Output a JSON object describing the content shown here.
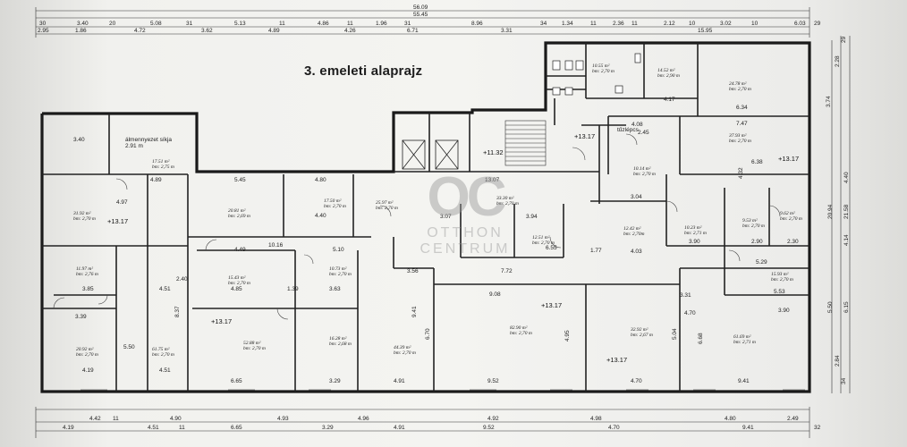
{
  "title": "3. emeleti alaprajz",
  "watermark": {
    "logo": "OC",
    "line1": "OTTHON",
    "line2": "CENTRUM"
  },
  "top_dims": {
    "overall_1": "56.09",
    "overall_2": "55.45",
    "row1": [
      "30",
      "3.40",
      "20",
      "5.08",
      "31",
      "5.13",
      "11",
      "4.86",
      "11",
      "1.96",
      "31",
      "8.96",
      "34",
      "1.34",
      "11",
      "2.36",
      "11",
      "2.12",
      "10",
      "3.02",
      "10",
      "6.03",
      "29"
    ],
    "row2": [
      "2.95",
      "1.86",
      "4.72",
      "3.62",
      "4.89",
      "4.26",
      "6.71",
      "3.31",
      "15.95"
    ]
  },
  "bottom_dims": {
    "row1": [
      "4.42",
      "11",
      "4.90",
      "4.93",
      "4.96",
      "4.92",
      "4.98",
      "4.80",
      "2.49"
    ],
    "row2": [
      "4.19",
      "4.51",
      "11",
      "6.65",
      "3.29",
      "4.91",
      "9.52",
      "4.70",
      "9.41",
      "32"
    ]
  },
  "right_dims": [
    "29",
    "2.28",
    "3.74",
    "4.40",
    "20.94",
    "21.58",
    "4.14",
    "5.50",
    "6.15",
    "2.84",
    "34"
  ],
  "rooms": [
    {
      "area": "17.51 m²",
      "h": "bm: 2,75 m"
    },
    {
      "area": "20.81 m²",
      "h": "bm: 2,69 m"
    },
    {
      "area": "17.50 m²",
      "h": "bm: 2,70 m"
    },
    {
      "area": "25.97 m²",
      "h": "bm: 2,70 m"
    },
    {
      "area": "33.30 m²",
      "h": "bm: 2,70 m"
    },
    {
      "area": "31.92 m²",
      "h": "bm: 2,70 m"
    },
    {
      "area": "15.43 m²",
      "h": "bm: 2,70 m"
    },
    {
      "area": "10.73 m²",
      "h": "bm: 2,70 m"
    },
    {
      "area": "12.51 m²",
      "h": "bm: 2,70 m"
    },
    {
      "area": "12.42 m²",
      "h": "bm: 2,70m"
    },
    {
      "area": "10.23 m²",
      "h": "bm: 2,71 m"
    },
    {
      "area": "9.53 m²",
      "h": "bm: 2,70 m"
    },
    {
      "area": "9.62 m²",
      "h": "bm: 2,70 m"
    },
    {
      "area": "15.93 m²",
      "h": "bm: 2,70 m"
    },
    {
      "area": "52.88 m²",
      "h": "bm: 2,70 m"
    },
    {
      "area": "16.28 m²",
      "h": "bm: 2,68 m"
    },
    {
      "area": "44.39 m²",
      "h": "bm: 2,70 m"
    },
    {
      "area": "82.90 m²",
      "h": "bm: 2,70 m"
    },
    {
      "area": "32.92 m²",
      "h": "bm: 2,67 m"
    },
    {
      "area": "61.69 m²",
      "h": "bm: 2,71 m"
    },
    {
      "area": "61.75 m²",
      "h": "bm: 2,70 m"
    },
    {
      "area": "20.92 m²",
      "h": "bm: 2,70 m"
    },
    {
      "area": "11.97 m²",
      "h": "bm: 2,76 m"
    },
    {
      "area": "24.78 m²",
      "h": "bm: 2,70 m"
    },
    {
      "area": "37.93 m²",
      "h": "bm: 2,70 m"
    },
    {
      "area": "14.52 m²",
      "h": "bm: 2,90 m"
    },
    {
      "area": "10.55 m²",
      "h": "bm: 2,70 m"
    },
    {
      "area": "10.14 m²",
      "h": "bm: 2,70 m"
    }
  ],
  "labels": {
    "tuzterep": "tűzlépcs",
    "almennyezet": "álmennyezet síkja",
    "level_1": "+13.17",
    "level_2": "+11.32",
    "h291": "2.91 m"
  },
  "interior_dims": [
    "3.40",
    "4.89",
    "5.45",
    "4.80",
    "4.40",
    "10.16",
    "4.49",
    "5.10",
    "13.07",
    "3.07",
    "3.94",
    "6.55",
    "7.72",
    "9.08",
    "3.04",
    "4.03",
    "1.77",
    "3.90",
    "2.90",
    "2.30",
    "5.29",
    "5.53",
    "3.31",
    "3.90",
    "4.70",
    "4.85",
    "1.39",
    "3.63",
    "3.56",
    "4.51",
    "3.85",
    "3.39",
    "2.40",
    "6.65",
    "3.29",
    "4.91",
    "9.52",
    "4.70",
    "9.41",
    "4.19",
    "4.51",
    "7.47",
    "6.34",
    "4.17",
    "4.08",
    "2.45",
    "6.38",
    "4.32",
    "8.37",
    "9.41",
    "6.70",
    "4.95",
    "5.04",
    "6.68",
    "4.97",
    "5.50"
  ]
}
